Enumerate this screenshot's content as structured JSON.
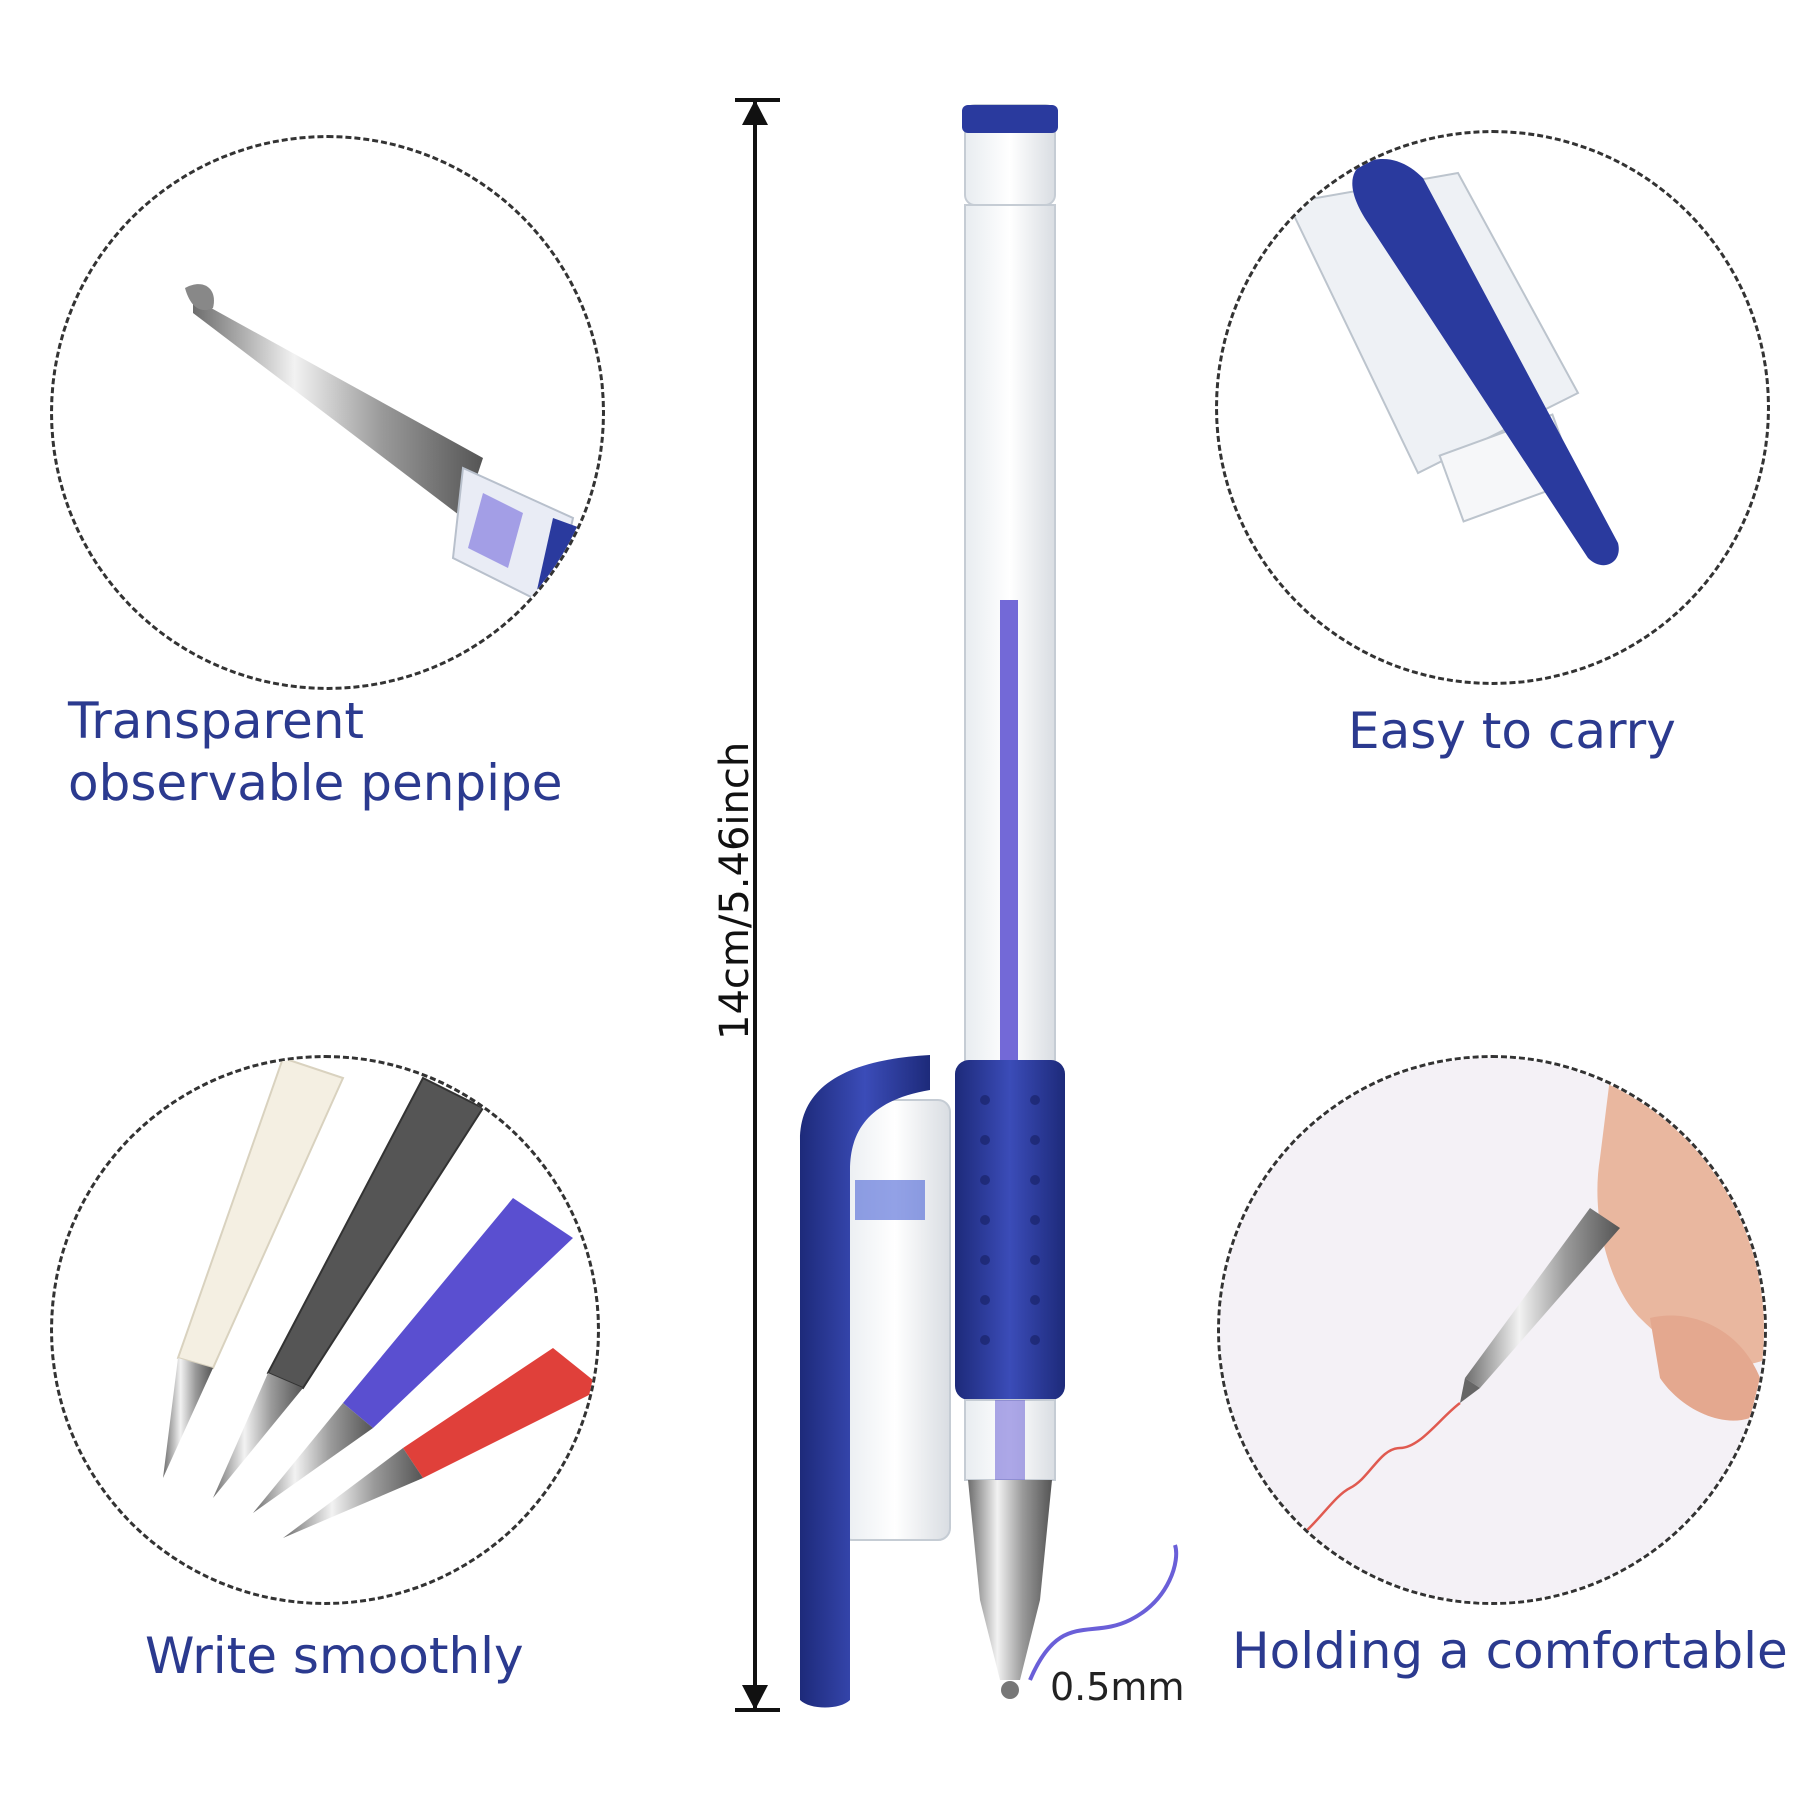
{
  "features": [
    {
      "id": "penpipe",
      "caption": "Transparent observable penpipe"
    },
    {
      "id": "carry",
      "caption": "Easy to carry"
    },
    {
      "id": "smooth",
      "caption": "Write smoothly"
    },
    {
      "id": "comfort",
      "caption": "Holding a comfortable"
    }
  ],
  "dimension_label": "14cm/5.46inch",
  "tip_label": "0.5mm",
  "colors": {
    "accent_blue": "#2b3a8f",
    "pen_blue": "#2a3a9e",
    "refill_white": "#f4efe2",
    "refill_black": "#555555",
    "refill_purple": "#5a4fd0",
    "refill_red": "#e0403a"
  }
}
